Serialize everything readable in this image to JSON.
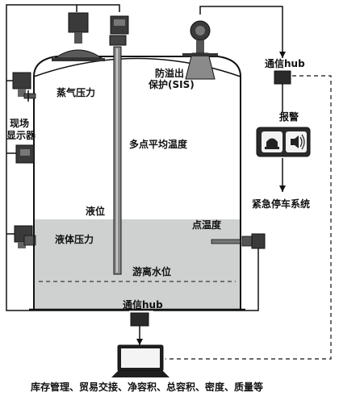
{
  "labels": {
    "steam_pressure": "蒸气压力",
    "overflow_line1": "防溢出",
    "overflow_line2": "保护(SIS)",
    "field_display_line1": "现场",
    "field_display_line2": "显示器",
    "multipoint_temp": "多点平均温度",
    "liquid_level": "液位",
    "point_temp": "点温度",
    "liquid_pressure": "液体压力",
    "free_water": "游离水位",
    "hub_right": "通信hub",
    "hub_bottom": "通信hub",
    "alarm": "报警",
    "emergency_stop": "紧急停车系统",
    "functions": "库存管理、贸易交接、净容积、总容积、密度、质量等"
  },
  "colors": {
    "line": "#111111",
    "tank_fill": "#ffffff",
    "liquid_fill": "#cfd1d1",
    "device_dark": "#3a3a3a",
    "device_mid": "#6b6b6b",
    "alarm_panel": "#2a2a2a"
  }
}
